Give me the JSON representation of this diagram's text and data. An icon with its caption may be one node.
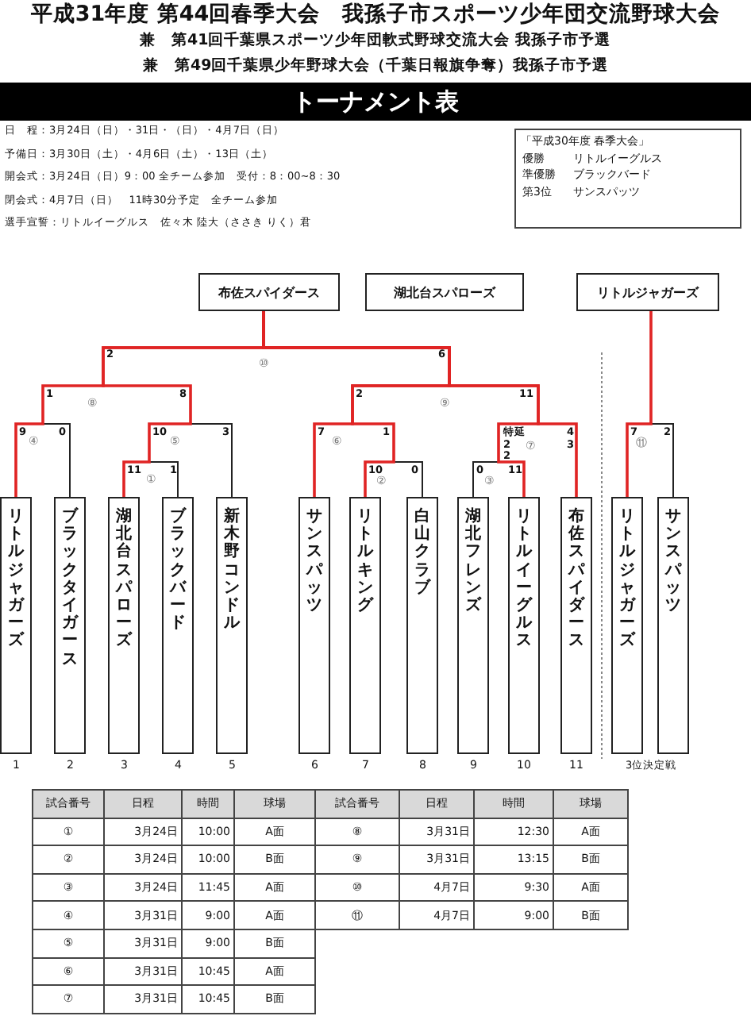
{
  "diagram": {
    "title": "平成31年度 第44回春季大会　我孫子市スポーツ少年団交流野球大会",
    "nodes": [
      {
        "text": [
          "トーナメント表"
        ]
      },
      {
        "text": [
          "「平成30年度 春季大会」",
          "優勝",
          "リトルイーグルス",
          "準優勝",
          "ブラックバード",
          "第3位",
          "サンスパッツ"
        ]
      },
      {
        "text": [
          "布佐スパイダース"
        ]
      },
      {
        "text": [
          "湖北台スパローズ"
        ]
      },
      {
        "text": [
          "リトルジャガーズ"
        ]
      },
      {
        "text": [
          "リトルジャガーズ"
        ],
        "beside": [
          "1"
        ]
      },
      {
        "text": [
          "ブラックタイガース"
        ],
        "beside": [
          "2"
        ]
      },
      {
        "text": [
          "湖北台スパローズ"
        ],
        "beside": [
          "3"
        ]
      },
      {
        "text": [
          "ブラックバード"
        ],
        "beside": [
          "4"
        ]
      },
      {
        "text": [
          "新木野コンドル"
        ],
        "beside": [
          "5"
        ]
      },
      {
        "text": [
          "サンスパッツ"
        ],
        "beside": [
          "6"
        ]
      },
      {
        "text": [
          "リトルキング"
        ],
        "beside": [
          "7"
        ]
      },
      {
        "text": [
          "白山クラブ"
        ],
        "beside": [
          "8"
        ]
      },
      {
        "text": [
          "湖北フレンズ"
        ],
        "beside": [
          "9"
        ]
      },
      {
        "text": [
          "リトルイーグルス"
        ],
        "beside": [
          "10"
        ]
      },
      {
        "text": [
          "布佐スパイダース"
        ],
        "beside": [
          "11"
        ]
      },
      {
        "text": [
          "リトルジャガーズ"
        ]
      },
      {
        "text": [
          "サンスパッツ"
        ]
      }
    ],
    "edges": [
      {
        "from": 6,
        "to": 2,
        "arrow": "none",
        "color": "#222222"
      },
      {
        "from": 8,
        "to": 2,
        "arrow": "none",
        "color": "#222222"
      },
      {
        "from": 9,
        "to": 2,
        "arrow": "none",
        "color": "#222222"
      },
      {
        "from": 12,
        "to": 2,
        "arrow": "none",
        "color": "#222222"
      },
      {
        "from": 13,
        "to": 2,
        "arrow": "none",
        "color": "#222222"
      },
      {
        "from": 17,
        "to": 4,
        "arrow": "none",
        "color": "#222222"
      },
      {
        "from": 5,
        "to": 2,
        "arrow": "none"
      },
      {
        "from": 7,
        "to": 2,
        "arrow": "none"
      },
      {
        "from": 10,
        "to": 2,
        "arrow": "none"
      },
      {
        "from": 11,
        "to": 2,
        "arrow": "none"
      },
      {
        "from": 14,
        "to": 2,
        "arrow": "none"
      },
      {
        "from": 15,
        "to": 2,
        "arrow": "none"
      },
      {
        "from": 16,
        "to": 4,
        "arrow": "none"
      }
    ],
    "labels": [
      "兼　第41回千葉県スポーツ少年団軟式野球交流大会 我孫子市予選",
      "兼　第49回千葉県少年野球大会（千葉日報旗争奪）我孫子市予選",
      "日　程：3月24日（日）・31日・（日）・4月7日（日）",
      "予備日：3月30日（土）・4月6日（土）・13日（土）",
      "開会式：3月24日（日）9：00 全チーム参加　受付：8：00~8：30",
      "閉会式：4月7日（日）　11時30分予定　全チーム参加",
      "選手宣誓：リトルイーグルス　佐々木 陸大（ささき りく）君",
      "2",
      "6",
      "⑩",
      "1",
      "8",
      "⑧",
      "2",
      "11",
      "⑨",
      "9",
      "0",
      "④",
      "10",
      "3",
      "⑤",
      "11",
      "1",
      "①",
      "7",
      "1",
      "⑥",
      "特延",
      "4",
      "2",
      "3",
      "2",
      "⑦",
      "10",
      "0",
      "②",
      "0",
      "11",
      "③",
      "7",
      "2",
      "⑪",
      "3位決定戦",
      "試合番号",
      "日程",
      "時間",
      "球場",
      "試合番号",
      "日程",
      "時間",
      "球場",
      "①",
      "3月24日",
      "10:00",
      "A面",
      "⑧",
      "3月31日",
      "12:30",
      "A面",
      "②",
      "3月24日",
      "10:00",
      "B面",
      "⑨",
      "3月31日",
      "13:15",
      "B面",
      "③",
      "3月24日",
      "11:45",
      "A面",
      "⑩",
      "4月7日",
      "9:30",
      "A面",
      "④",
      "3月31日",
      "9:00",
      "A面",
      "⑪",
      "4月7日",
      "9:00",
      "B面",
      "⑤",
      "3月31日",
      "9:00",
      "B面",
      "⑥",
      "3月31日",
      "10:45",
      "A面",
      "⑦",
      "3月31日",
      "10:45",
      "B面"
    ]
  }
}
